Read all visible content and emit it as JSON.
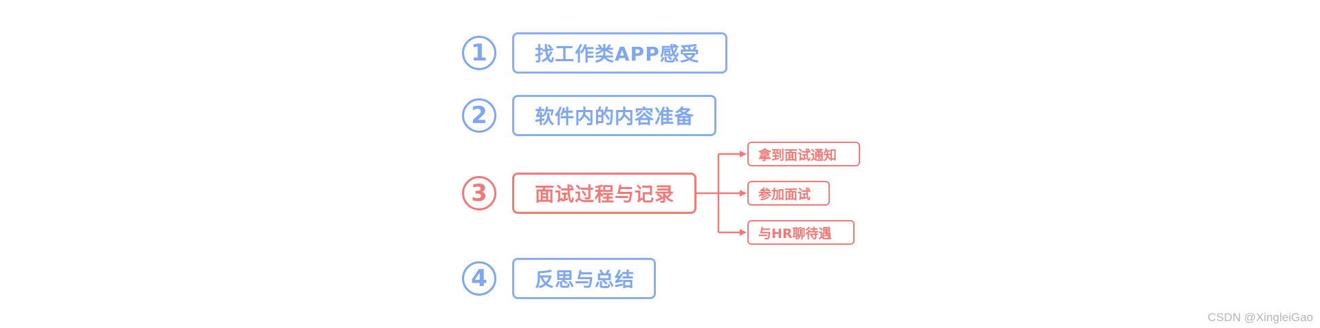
{
  "steps": [
    {
      "number": "1",
      "label": "找工作类APP感受"
    },
    {
      "number": "2",
      "label": "软件内的内容准备"
    },
    {
      "number": "3",
      "label": "面试过程与记录"
    },
    {
      "number": "4",
      "label": "反思与总结"
    }
  ],
  "substeps": [
    {
      "label": "拿到面试通知"
    },
    {
      "label": "参加面试"
    },
    {
      "label": "与HR聊待遇"
    }
  ],
  "watermark": "CSDN @XingleiGao",
  "colors": {
    "blue": "#7ea6f2",
    "red": "#f07a78"
  }
}
